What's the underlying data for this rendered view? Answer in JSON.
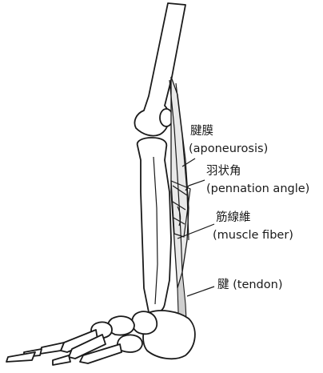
{
  "labels": {
    "aponeurosis_ja": "腱膜",
    "aponeurosis_en": "(aponeurosis)",
    "pennation_ja": "羽状角",
    "pennation_en": "(pennation angle)",
    "fiber_ja": "筋線維",
    "fiber_en": "(muscle fiber)",
    "tendon": "腱 (tendon)"
  },
  "colors": {
    "line": "#1a1a1a",
    "muscle_fill": "#e9e9e9",
    "tendon_fill": "#cfcfcf",
    "background": "#ffffff"
  }
}
